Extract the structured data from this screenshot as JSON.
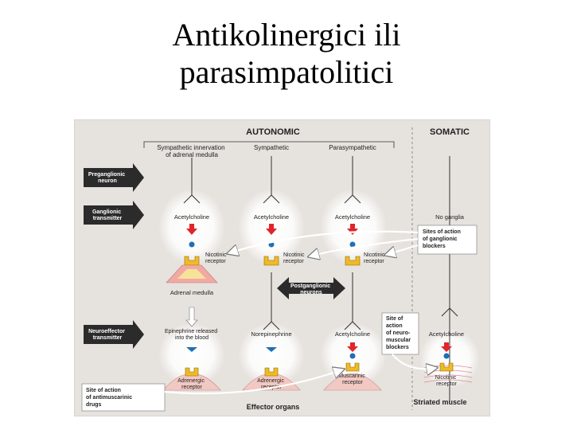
{
  "title": {
    "line1": "Antikolinergici ili",
    "line2": "parasimpatolitici"
  },
  "diagram": {
    "header_autonomic": "AUTONOMIC",
    "header_somatic": "SOMATIC",
    "col1_title": [
      "Sympathetic innervation",
      "of adrenal medulla"
    ],
    "col2_title": "Sympathetic",
    "col3_title": "Parasympathetic",
    "side_labels": {
      "preganglionic": [
        "Preganglionic",
        "neuron"
      ],
      "ganglionic": [
        "Ganglionic",
        "transmitter"
      ],
      "neuroeffector": [
        "Neuroeffector",
        "transmitter"
      ]
    },
    "acetylcholine": "Acetylcholine",
    "no_ganglia": "No ganglia",
    "nicotinic_receptor": [
      "Nicotinic",
      "receptor"
    ],
    "adrenal_medulla": "Adrenal medulla",
    "postganglionic": [
      "Postganglionic",
      "neurons"
    ],
    "epinephrine": [
      "Epinephrine released",
      "into the blood"
    ],
    "norepinephrine": "Norepinephrine",
    "adrenergic_receptor": [
      "Adrenergic",
      "receptor"
    ],
    "muscarinic_receptor": [
      "Muscarinic",
      "receptor"
    ],
    "ganglionic_blockers": [
      "Sites of action",
      "of ganglionic",
      "blockers"
    ],
    "neuromuscular_blockers": [
      "Site of",
      "action",
      "of neuro-",
      "muscular",
      "blockers"
    ],
    "antimuscarinic": [
      "Site of action",
      "of antimuscarinic",
      "drugs"
    ],
    "effector_organs": "Effector organs",
    "striated_muscle": "Striated muscle"
  },
  "colors": {
    "panel": "#e6e2de",
    "arrow_dark": "#2b2b2b",
    "red": "#e1252b",
    "blue": "#1d6fb8",
    "receptor_gold": "#f0bb22",
    "effector_pink": "#f2c8c2"
  }
}
